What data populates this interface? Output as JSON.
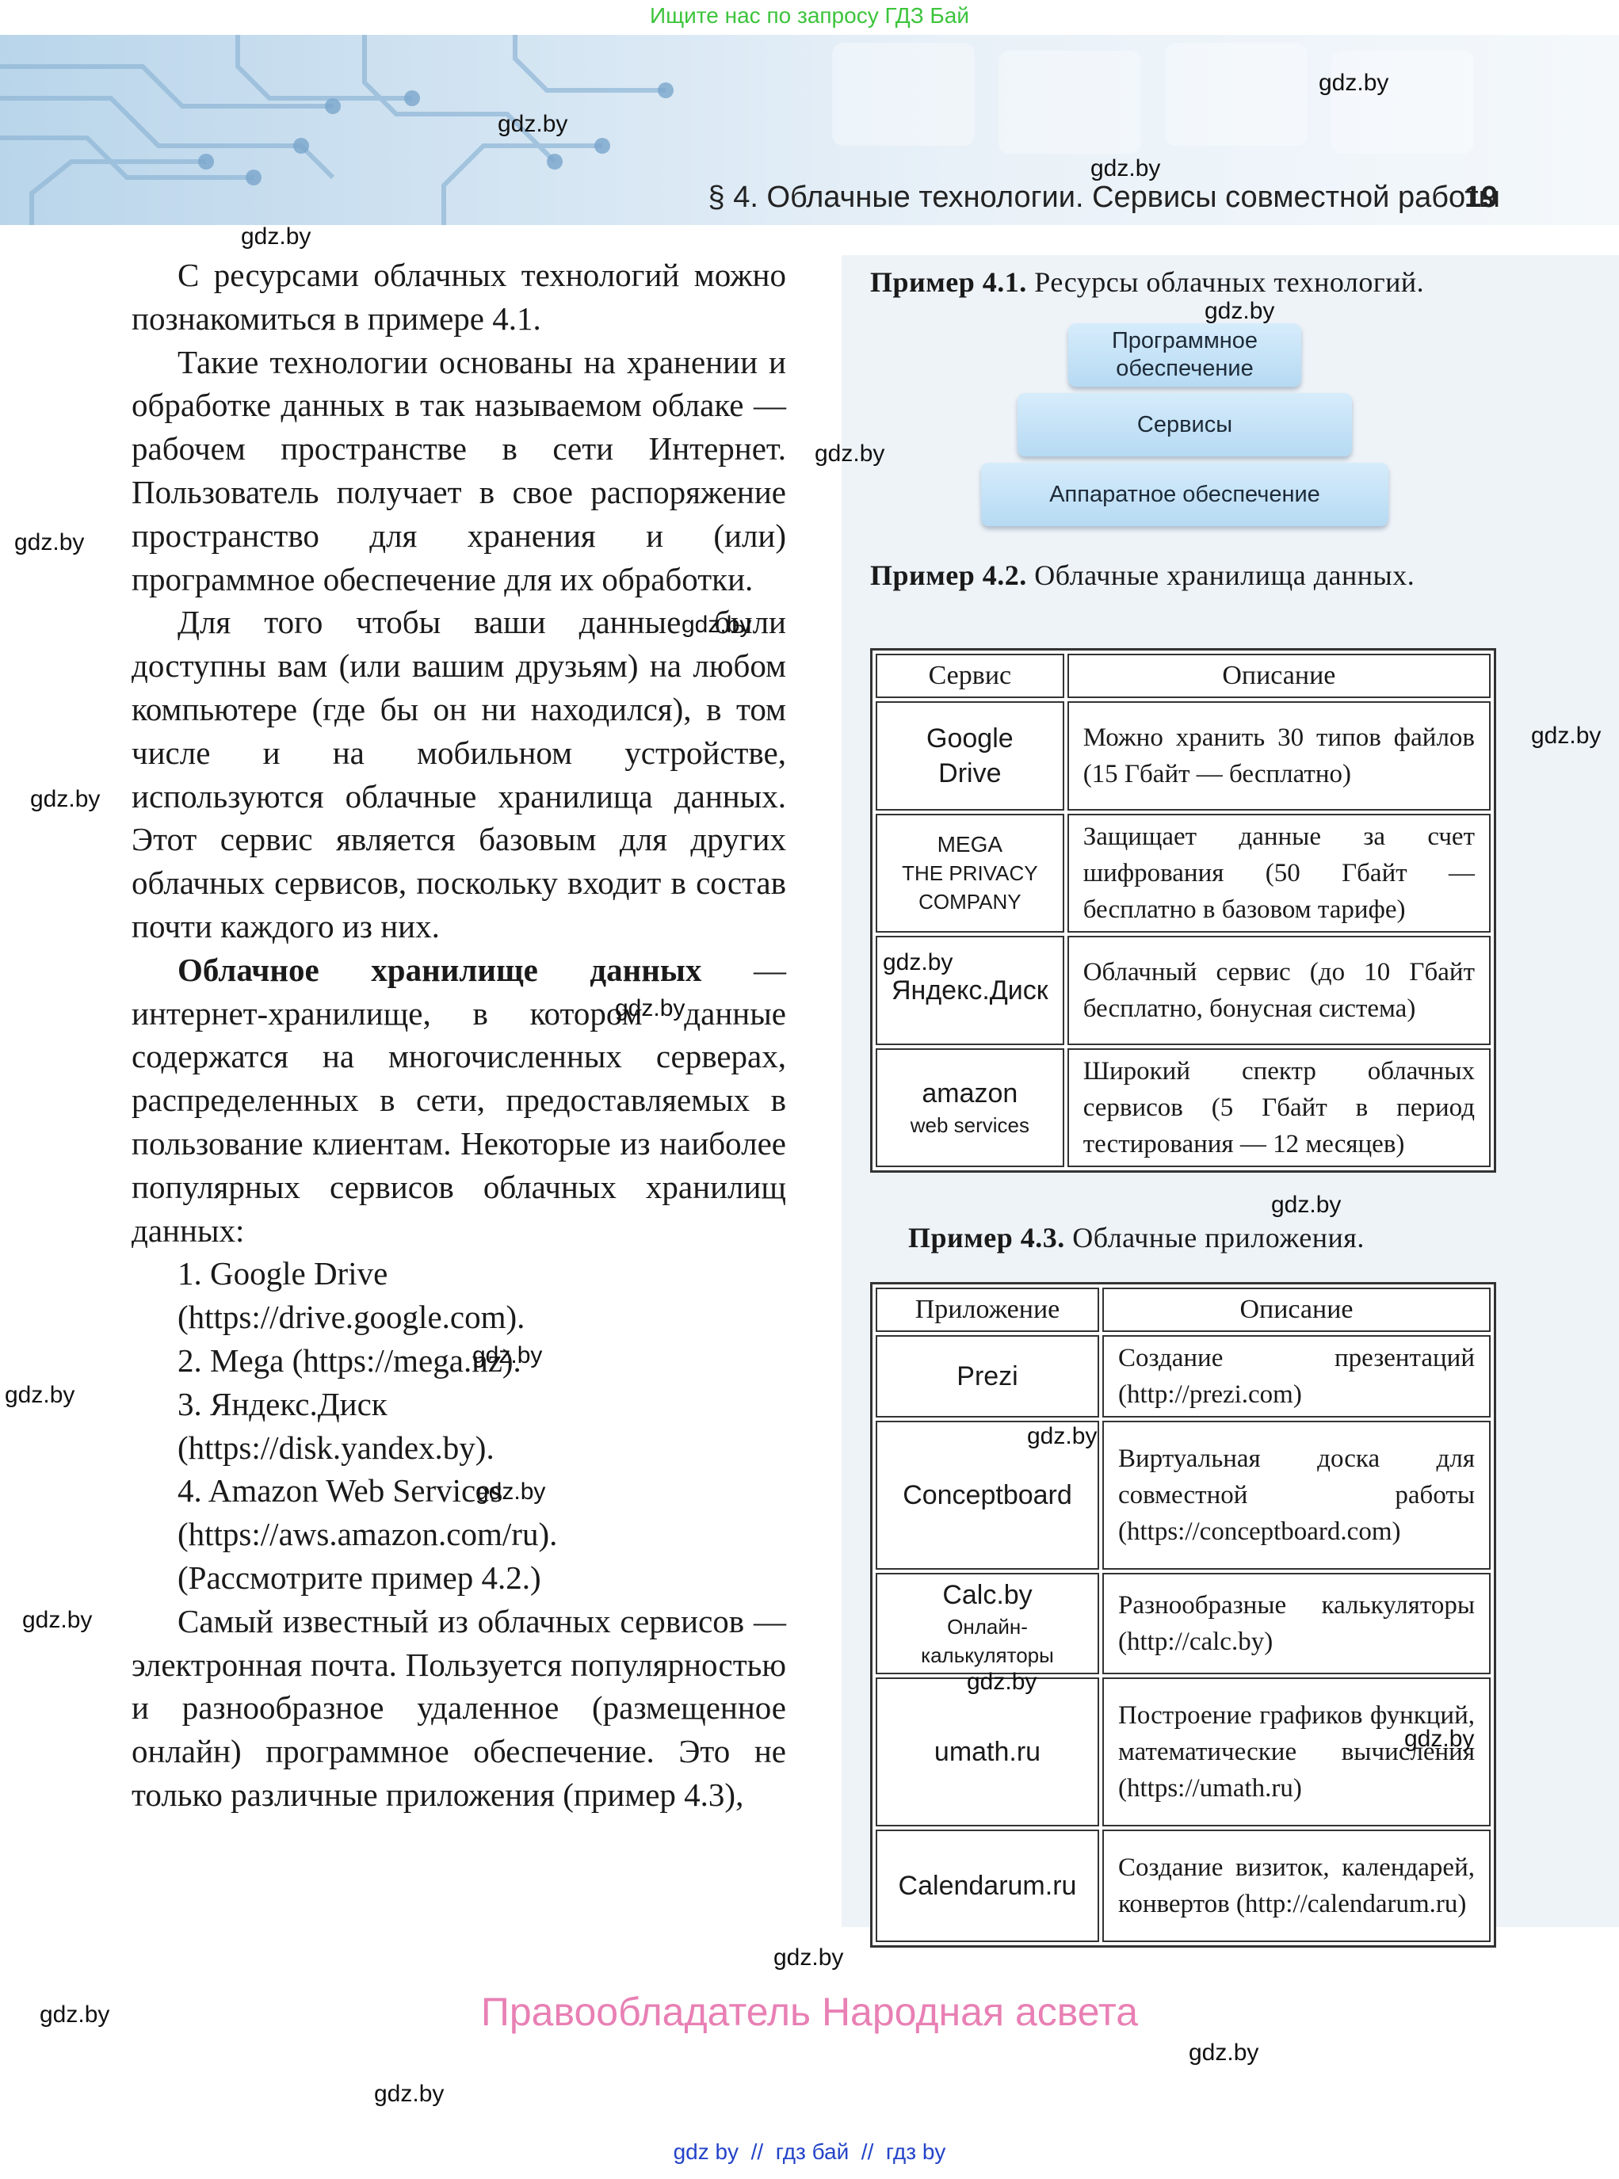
{
  "top_notice": "Ищите нас по запросу ГДЗ Бай",
  "header": {
    "running_head": "§ 4. Облачные технологии. Сервисы совместной работы",
    "page_number": "19"
  },
  "watermark": "gdz.by",
  "main_text": {
    "p1": "С ресурсами облачных технологий можно познакомиться в примере 4.1.",
    "p2": "Такие технологии основаны на хранении и обработке данных в так называемом облаке — рабочем пространстве в сети Интернет. Пользователь получает в свое распоряжение пространство для хранения и (или) программное обеспечение для их обработки.",
    "p3": "Для того чтобы ваши данные были доступны вам (или вашим друзьям) на любом компьютере (где бы он ни находился), в том числе и на мобильном устройстве, используются облачные хранилища данных. Этот сервис является базовым для других облачных сервисов, поскольку входит в состав почти каждого из них.",
    "p4_term": "Облачное хранилище данных",
    "p4_rest": " — интернет-хранилище, в котором данные содержатся на многочисленных серверах, распределенных в сети, предоставляемых в пользование клиентам. Некоторые из наиболее популярных сервисов облачных хранилищ данных:",
    "list": [
      {
        "name": "1. Google Drive",
        "url": "(https://drive.google.com)."
      },
      {
        "name": "2. Mega (https://mega.nz).",
        "url": ""
      },
      {
        "name": "3. Яндекс.Диск",
        "url": "(https://disk.yandex.by)."
      },
      {
        "name": "4. Amazon Web Services",
        "url": "(https://aws.amazon.com/ru)."
      }
    ],
    "p5": "(Рассмотрите пример 4.2.)",
    "p6": "Самый известный из облачных сервисов — электронная почта. Пользуется популярностью и разнообразное удаленное (размещенное онлайн) программное обеспечение. Это не только различные приложения (пример 4.3),"
  },
  "example_4_1": {
    "label": "Пример 4.1.",
    "caption": " Ресурсы облачных технологий.",
    "levels": [
      "Программное обеспечение",
      "Сервисы",
      "Аппаратное обеспечение"
    ]
  },
  "example_4_2": {
    "label": "Пример 4.2.",
    "caption": " Облачные хранилища данных.",
    "headers": [
      "Сервис",
      "Описание"
    ],
    "rows": [
      {
        "service": "Google Drive",
        "service_sub": "",
        "desc": "Можно хранить 30 типов файлов (15 Гбайт — бесплатно)"
      },
      {
        "service": "MEGA",
        "service_sub": "THE PRIVACY COMPANY",
        "desc": "Защищает данные за счет шифрования (50 Гбайт — бесплатно в базовом тарифе)"
      },
      {
        "service": "Яндекс.Диск",
        "service_sub": "",
        "desc": "Облачный сервис (до 10 Гбайт бесплатно, бонусная система)"
      },
      {
        "service": "amazon",
        "service_sub": "web services",
        "desc": "Широкий спектр облачных сервисов (5 Гбайт в период тестирования — 12 месяцев)"
      }
    ]
  },
  "example_4_3": {
    "label": "Пример 4.3.",
    "caption": " Облачные приложения.",
    "headers": [
      "Приложение",
      "Описание"
    ],
    "rows": [
      {
        "app": "Prezi",
        "app_sub": "",
        "desc": "Создание презентаций (http://prezi.com)"
      },
      {
        "app": "Conceptboard",
        "app_sub": "",
        "desc": "Виртуальная доска для совместной работы (https://conceptboard.com)"
      },
      {
        "app": "Calc.by",
        "app_sub": "Онлайн-калькуляторы",
        "desc": "Разнообразные калькуляторы (http://calc.by)"
      },
      {
        "app": "umath.ru",
        "app_sub": "",
        "desc": "Построение графиков функций, математические вычисления (https://umath.ru)"
      },
      {
        "app": "Calendarum.ru",
        "app_sub": "",
        "desc": "Создание визиток, календарей, конвертов (http://calendarum.ru)"
      }
    ]
  },
  "copyright": "Правообладатель Народная асвета",
  "footer_links": "gdz by  //  гдз бай  //  гдз by"
}
